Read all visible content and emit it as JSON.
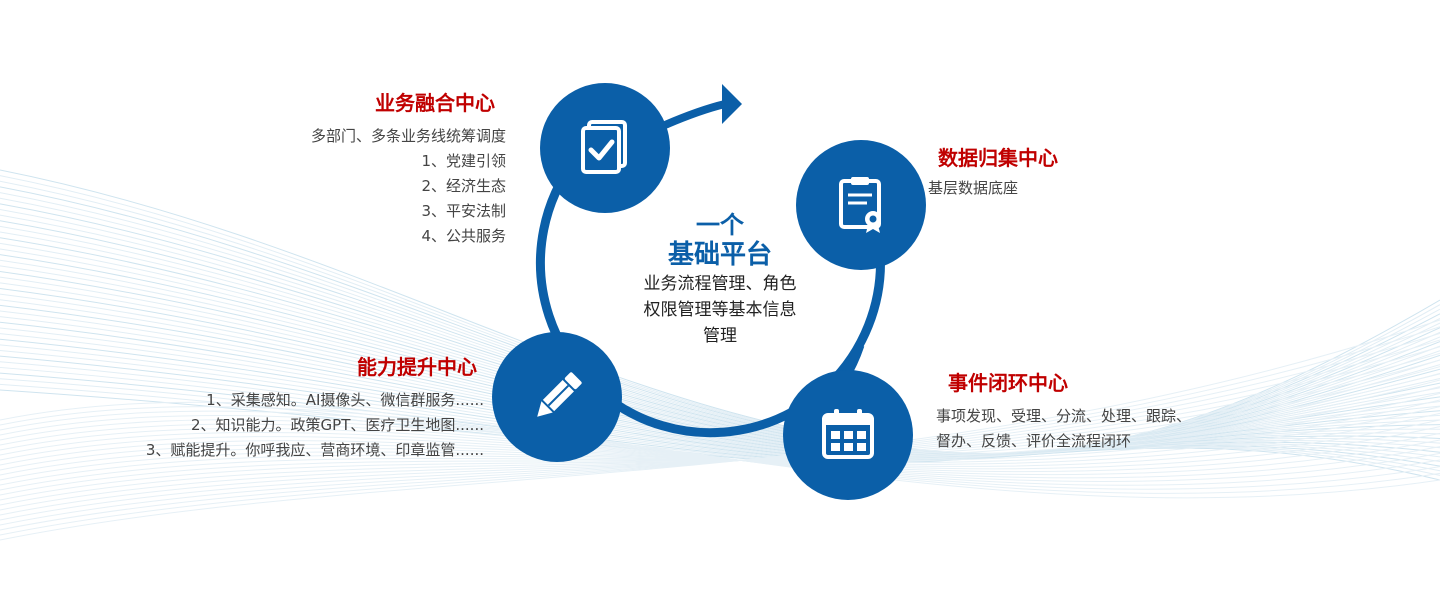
{
  "center": {
    "title_line1": "一个",
    "title_line2": "基础平台",
    "desc": [
      "业务流程管理、角色",
      "权限管理等基本信息",
      "管理"
    ]
  },
  "business": {
    "title": "业务融合中心",
    "lines": [
      "多部门、多条业务线统筹调度",
      "1、党建引领",
      "2、经济生态",
      "3、平安法制",
      "4、公共服务"
    ]
  },
  "data_center": {
    "title": "数据归集中心",
    "lines": [
      "基层数据底座"
    ]
  },
  "ability": {
    "title": "能力提升中心",
    "lines": [
      "1、采集感知。AI摄像头、微信群服务......",
      "2、知识能力。政策GPT、医疗卫生地图......",
      "3、赋能提升。你呼我应、营商环境、印章监管......"
    ]
  },
  "event": {
    "title": "事件闭环中心",
    "lines": [
      "事项发现、受理、分流、处理、跟踪、",
      "督办、反馈、评价全流程闭环"
    ]
  },
  "colors": {
    "primary_blue": "#0b5fa8",
    "title_red": "#c00000",
    "text_gray": "#444444"
  },
  "icons": [
    "document-check-icon",
    "certificate-icon",
    "pencil-icon",
    "calendar-icon",
    "arrow-icon"
  ]
}
